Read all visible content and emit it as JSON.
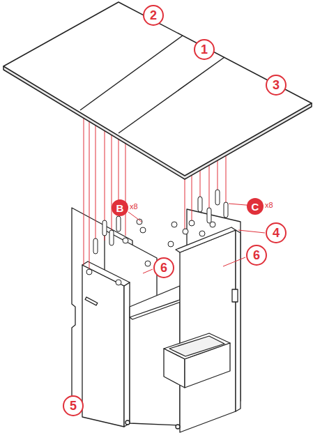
{
  "diagram": {
    "nodes": [
      {
        "text": [
          "2"
        ]
      },
      {
        "text": [
          "1"
        ]
      },
      {
        "text": [
          "3"
        ]
      },
      {
        "text": [
          "B",
          "x8"
        ]
      },
      {
        "text": [
          "C",
          "x8"
        ]
      },
      {
        "text": [
          "4"
        ]
      },
      {
        "text": [
          "6"
        ]
      },
      {
        "text": [
          "6"
        ]
      },
      {
        "text": [
          "5"
        ]
      }
    ],
    "edges": []
  }
}
